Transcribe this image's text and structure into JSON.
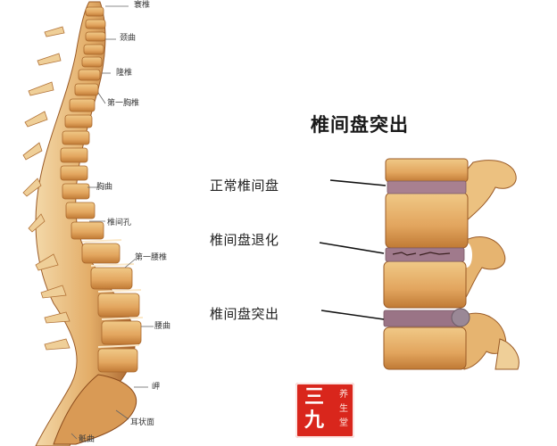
{
  "spine_labels": {
    "atlas": "寰椎",
    "cervical_curve": "颈曲",
    "vertebra_prominens": "隆椎",
    "first_thoracic": "第一胸椎",
    "thoracic_curve": "胸曲",
    "intervertebral_foramen": "椎间孔",
    "first_lumbar": "第一腰椎",
    "lumbar_curve": "腰曲",
    "promontory": "岬",
    "auricular_surface": "耳状面",
    "sacral_curve": "骶曲"
  },
  "disc_diagram": {
    "title": "椎间盘突出",
    "labels": {
      "normal": "正常椎间盘",
      "degenerated": "椎间盘退化",
      "herniated": "椎间盘突出"
    }
  },
  "seal": {
    "main": "三九",
    "side": "养生堂"
  },
  "colors": {
    "bone": "#e9b874",
    "bone_shadow": "#b8742e",
    "bone_dark": "#8a4a1c",
    "disc": "#a07a8c",
    "seal_red": "#d9261c"
  }
}
